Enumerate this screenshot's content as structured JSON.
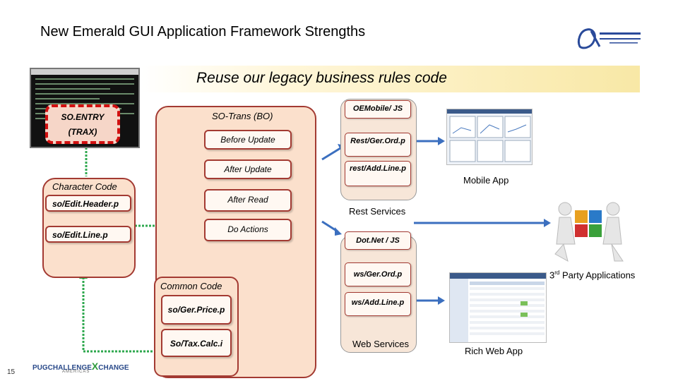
{
  "slide": {
    "title": "New Emerald GUI Application Framework Strengths",
    "banner": "Reuse our legacy business rules code",
    "slide_number": "15",
    "footer_logo_a": "PUGCHALLENGE",
    "footer_logo_x": "X",
    "footer_logo_b": "CHANGE",
    "footer_logo_sub": "AMERICAS"
  },
  "legacy": {
    "line1": "SO.ENTRY",
    "line2": "(TRAX)"
  },
  "character_code": {
    "heading": "Character Code",
    "items": [
      "so/Edit.Header.p",
      "so/Edit.Line.p"
    ]
  },
  "bo": {
    "heading": "SO-Trans (BO)",
    "items": [
      "Before Update",
      "After Update",
      "After Read",
      "Do Actions"
    ]
  },
  "common_code": {
    "heading": "Common Code",
    "items": [
      "so/Ger.Price.p",
      "So/Tax.Calc.i"
    ]
  },
  "rest": {
    "header": "OEMobile/ JS",
    "items": [
      "Rest/Ger.Ord.p",
      "rest/Add.Line.p"
    ],
    "label": "Rest Services"
  },
  "web": {
    "header": "Dot.Net / JS",
    "items": [
      "ws/Ger.Ord.p",
      "ws/Add.Line.p"
    ],
    "label": "Web Services"
  },
  "mobile_app": {
    "label": "Mobile App"
  },
  "third_party": {
    "label_base": "3",
    "label_sup": "rd",
    "label_rest": " Party  Applications"
  },
  "rich_web_app": {
    "label": "Rich Web App"
  },
  "colors": {
    "panel_border": "#a33a32",
    "panel_fill": "#fbe0cc",
    "connector": "#2fa84f",
    "arrow": "#3b6fbf",
    "legacy_dash": "#d21010"
  }
}
